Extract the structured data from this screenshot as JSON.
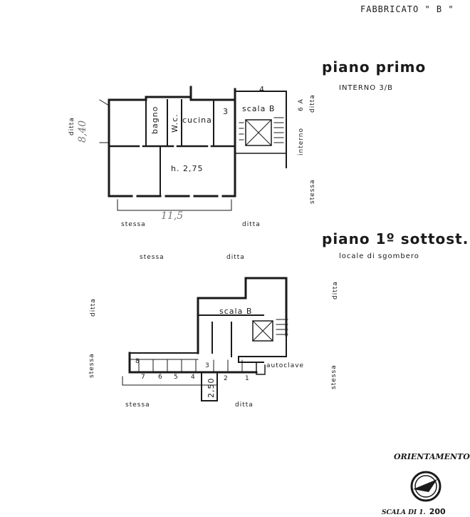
{
  "header": {
    "building": "FABBRICATO \" B \""
  },
  "floor1": {
    "title": "piano primo",
    "unit": "INTERNO 3/B",
    "rooms": {
      "bagno": "bagno",
      "wc": "W.c.",
      "cucina": "cucina",
      "stair": "scala B",
      "height": "h. 2,75"
    },
    "markers": {
      "n3": "3",
      "n4": "4",
      "n6a": "6 A",
      "interno": "interno"
    },
    "surroundings": {
      "left": "ditta",
      "right_top": "ditta",
      "right_mid": "stessa",
      "bottom_left": "stessa",
      "bottom_right": "ditta"
    },
    "handwritten": {
      "area": "11,5",
      "side": "8,40"
    }
  },
  "basement": {
    "title": "piano 1º sottost.",
    "subtitle": "locale di sgombero",
    "stair": "scala B",
    "autoclave": "autoclave",
    "height": "2,50",
    "cellar_numbers": [
      "8",
      "7",
      "6",
      "5",
      "4",
      "3",
      "2",
      "1"
    ],
    "surroundings": {
      "top_left": "stessa",
      "top_mid": "ditta",
      "left_upper": "ditta",
      "left_lower": "stessa",
      "right_upper": "ditta",
      "right_lower": "stessa",
      "bottom_left": "stessa",
      "bottom_right": "ditta"
    }
  },
  "legend": {
    "orientation": "ORIENTAMENTO",
    "scale_prefix": "SCALA DI 1.",
    "scale_value": "200"
  }
}
